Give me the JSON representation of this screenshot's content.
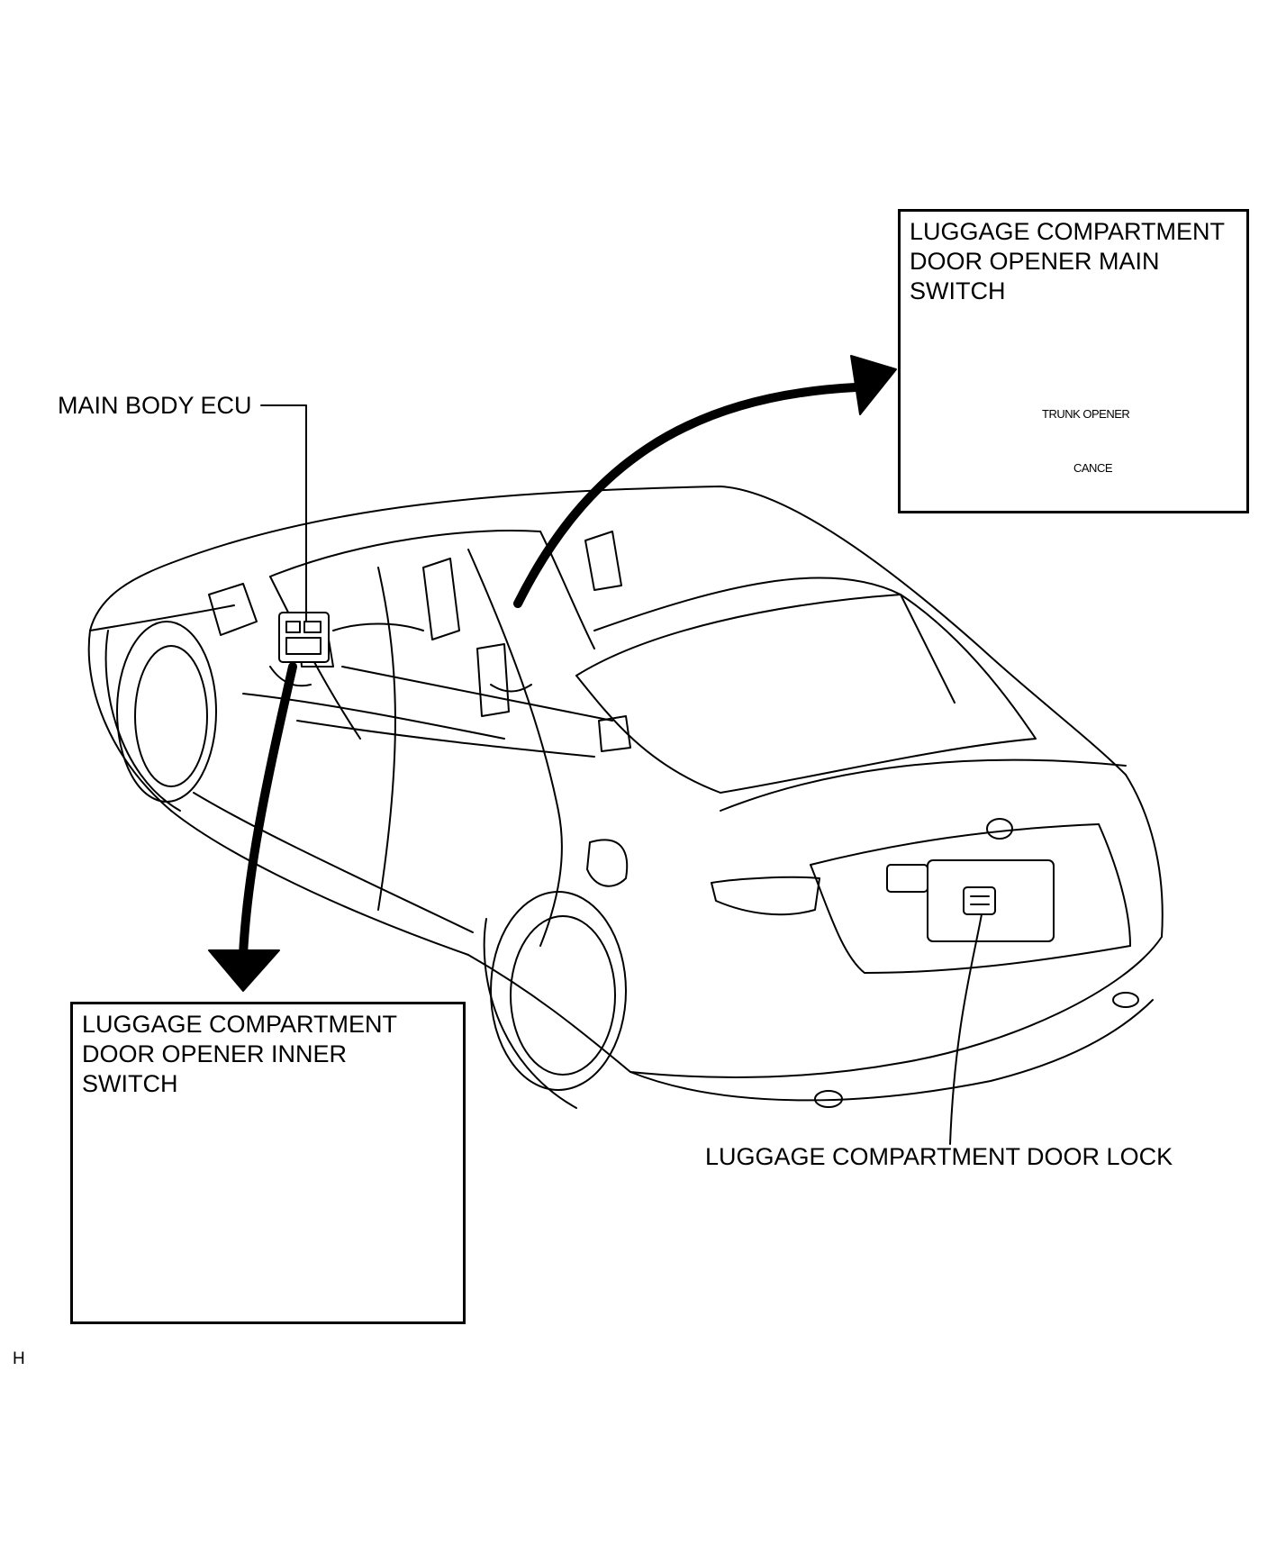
{
  "labels": {
    "main_body_ecu": "MAIN BODY ECU",
    "door_lock": "LUGGAGE COMPARTMENT DOOR LOCK",
    "figure_code": "H"
  },
  "main_switch": {
    "title": "LUGGAGE COMPARTMENT\nDOOR OPENER MAIN\nSWITCH",
    "button_top_text": "TRUNK OPENER",
    "button_bottom_text": "CANCE"
  },
  "inner_switch": {
    "title": "LUGGAGE COMPARTMENT\nDOOR OPENER INNER\nSWITCH"
  },
  "icons": [
    "trunk-car-icon",
    "lock-indicator-icon"
  ],
  "colors": {
    "line": "#000000",
    "background": "#ffffff"
  }
}
